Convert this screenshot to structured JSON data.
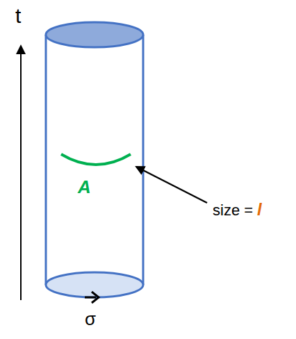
{
  "diagram": {
    "labels": [
      "t",
      "A",
      "size =",
      "l",
      "σ"
    ]
  }
}
